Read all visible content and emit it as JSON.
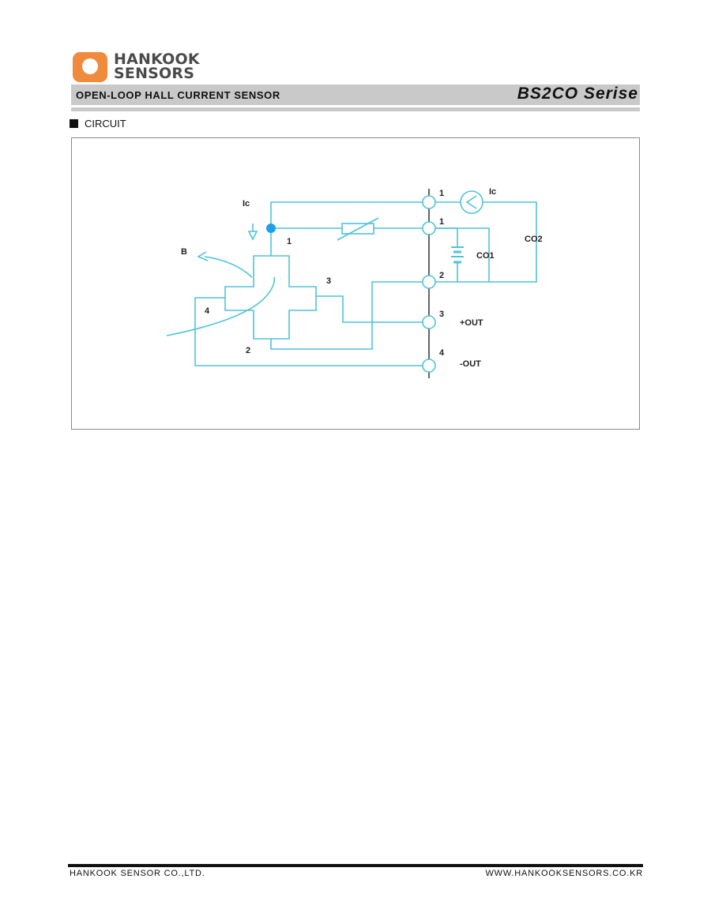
{
  "brand": {
    "name_line1": "HANKOOK",
    "name_line2": "SENSORS",
    "logo_color": "#f08a3c"
  },
  "header": {
    "subtitle": "OPEN-LOOP HALL CURRENT SENSOR",
    "series": "BS2CO Serise"
  },
  "section": {
    "label": "CIRCUIT"
  },
  "circuit": {
    "wire_color": "#4fc3d8",
    "labels": {
      "ic_left": "Ic",
      "ic_right": "Ic",
      "b": "B",
      "node_1": "1",
      "node_2": "2",
      "node_3": "3",
      "node_4": "4",
      "co1": "CO1",
      "co2": "CO2",
      "pin1_top": "1",
      "pin1": "1",
      "pin2": "2",
      "pin3": "3",
      "pin4": "4",
      "plus_out": "+OUT",
      "minus_out": "-OUT"
    }
  },
  "footer": {
    "company": "HANKOOK SENSOR CO.,LTD.",
    "website": "WWW.HANKOOKSENSORS.CO.KR"
  }
}
